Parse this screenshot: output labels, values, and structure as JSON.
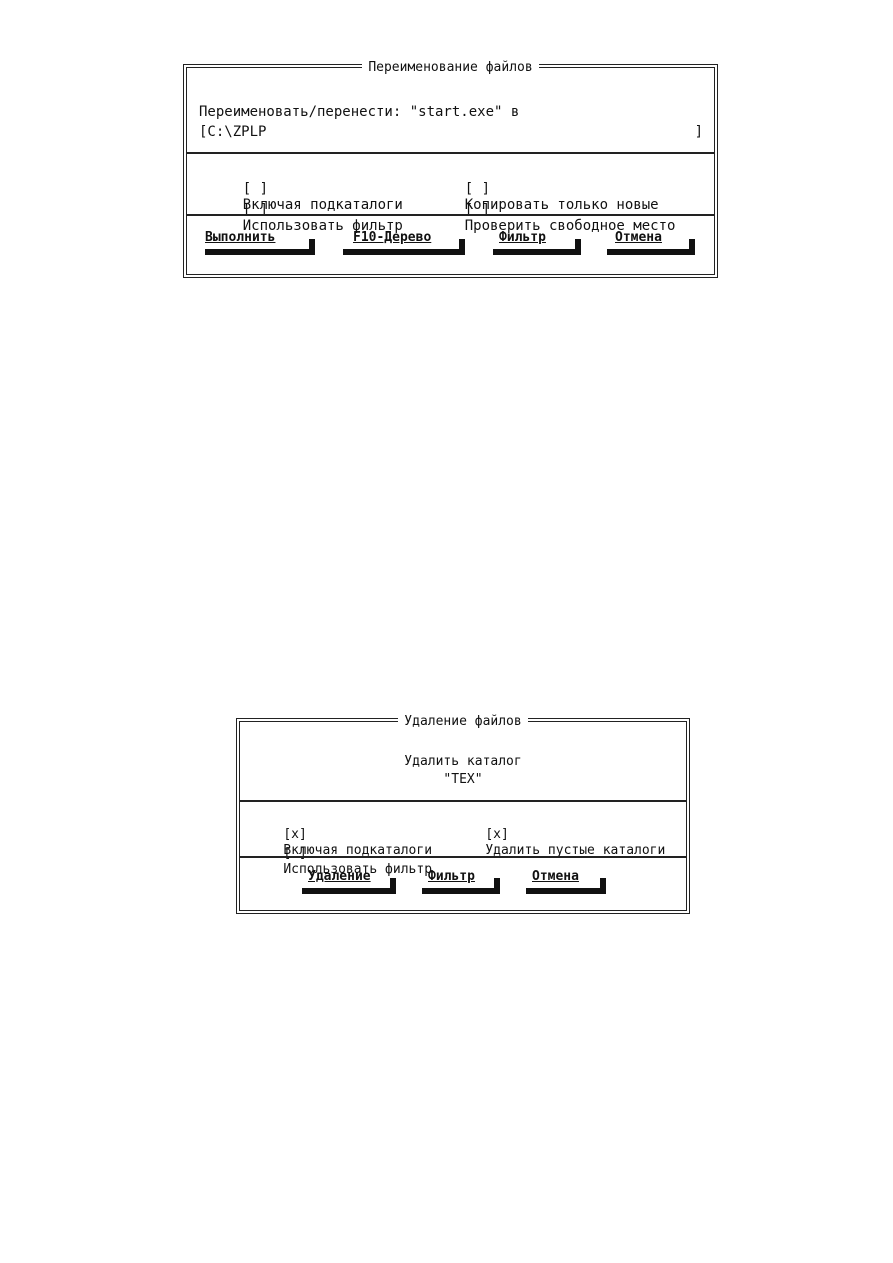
{
  "rename_dialog": {
    "title": "Переименование файлов",
    "prompt": "Переименовать/перенести: \"start.exe\" в",
    "path_value": "[C:\\ZPLP",
    "path_close": "]",
    "options": [
      {
        "mark": "[ ]",
        "label": "Включая подкаталоги"
      },
      {
        "mark": "[ ]",
        "label": "Копировать только новые"
      },
      {
        "mark": "[ ]",
        "label": "Использовать фильтр"
      },
      {
        "mark": "[ ]",
        "label": "Проверить свободное место"
      }
    ],
    "buttons": {
      "execute": "Выполнить",
      "tree": "F10-Дерево",
      "filter": "Фильтр",
      "cancel": "Отмена"
    }
  },
  "delete_dialog": {
    "title": "Удаление файлов",
    "question": "Удалить каталог",
    "target": "\"TEX\"",
    "options": [
      {
        "mark": "[x]",
        "label": "Включая подкаталоги"
      },
      {
        "mark": "[x]",
        "label": "Удалить пустые каталоги"
      },
      {
        "mark": "[ ]",
        "label": "Использовать фильтр"
      }
    ],
    "buttons": {
      "delete": "Удаление",
      "filter": "Фильтр",
      "cancel": "Отмена"
    }
  }
}
